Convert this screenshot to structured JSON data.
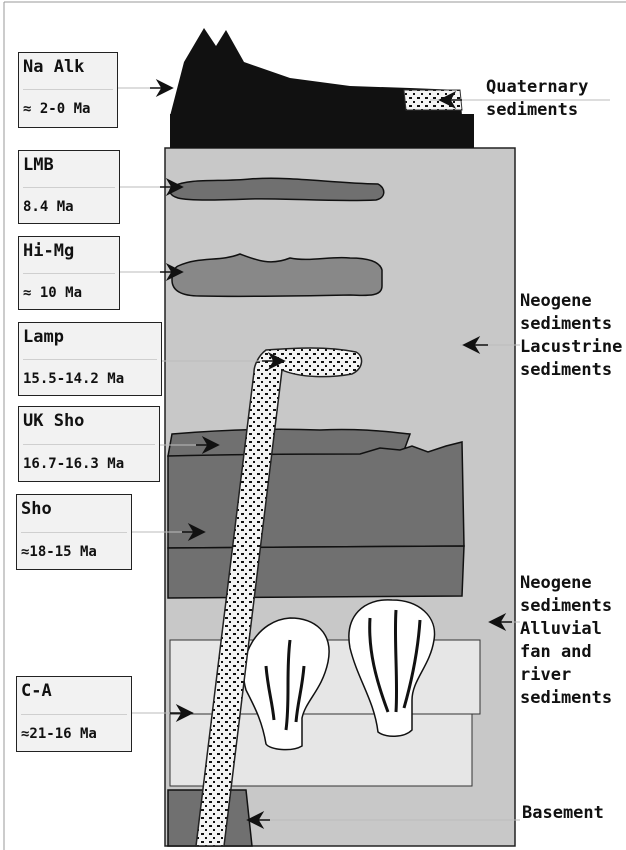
{
  "labels": [
    {
      "id": "na-alk",
      "name": "Na Alk",
      "age": "≈ 2-0 Ma"
    },
    {
      "id": "lmb",
      "name": "LMB",
      "age": "8.4 Ma"
    },
    {
      "id": "hi-mg",
      "name": "Hi-Mg",
      "age": "≈ 10 Ma"
    },
    {
      "id": "lamp",
      "name": "Lamp",
      "age": "15.5-14.2 Ma"
    },
    {
      "id": "uk-sho",
      "name": "UK Sho",
      "age": "16.7-16.3 Ma"
    },
    {
      "id": "sho",
      "name": "Sho",
      "age": "≈18-15 Ma"
    },
    {
      "id": "c-a",
      "name": "C-A",
      "age": "≈21-16 Ma"
    }
  ],
  "right_labels": {
    "quaternary": [
      "Quaternary",
      "sediments"
    ],
    "neogene_lacustrine": [
      "Neogene",
      "sediments",
      "Lacustrine",
      "sediments"
    ],
    "neogene_alluvial": [
      "Neogene",
      "sediments",
      "Alluvial",
      "fan and",
      "river",
      "sediments"
    ],
    "basement": [
      "Basement"
    ]
  },
  "colors": {
    "volcanic": "#111111",
    "sediment_fill": "#c8c8c8",
    "dark_layer": "#707070",
    "light_layer": "#e6e6e6",
    "dike_fill": "#f4f4f4",
    "label_box_fill": "#f2f2f2"
  }
}
